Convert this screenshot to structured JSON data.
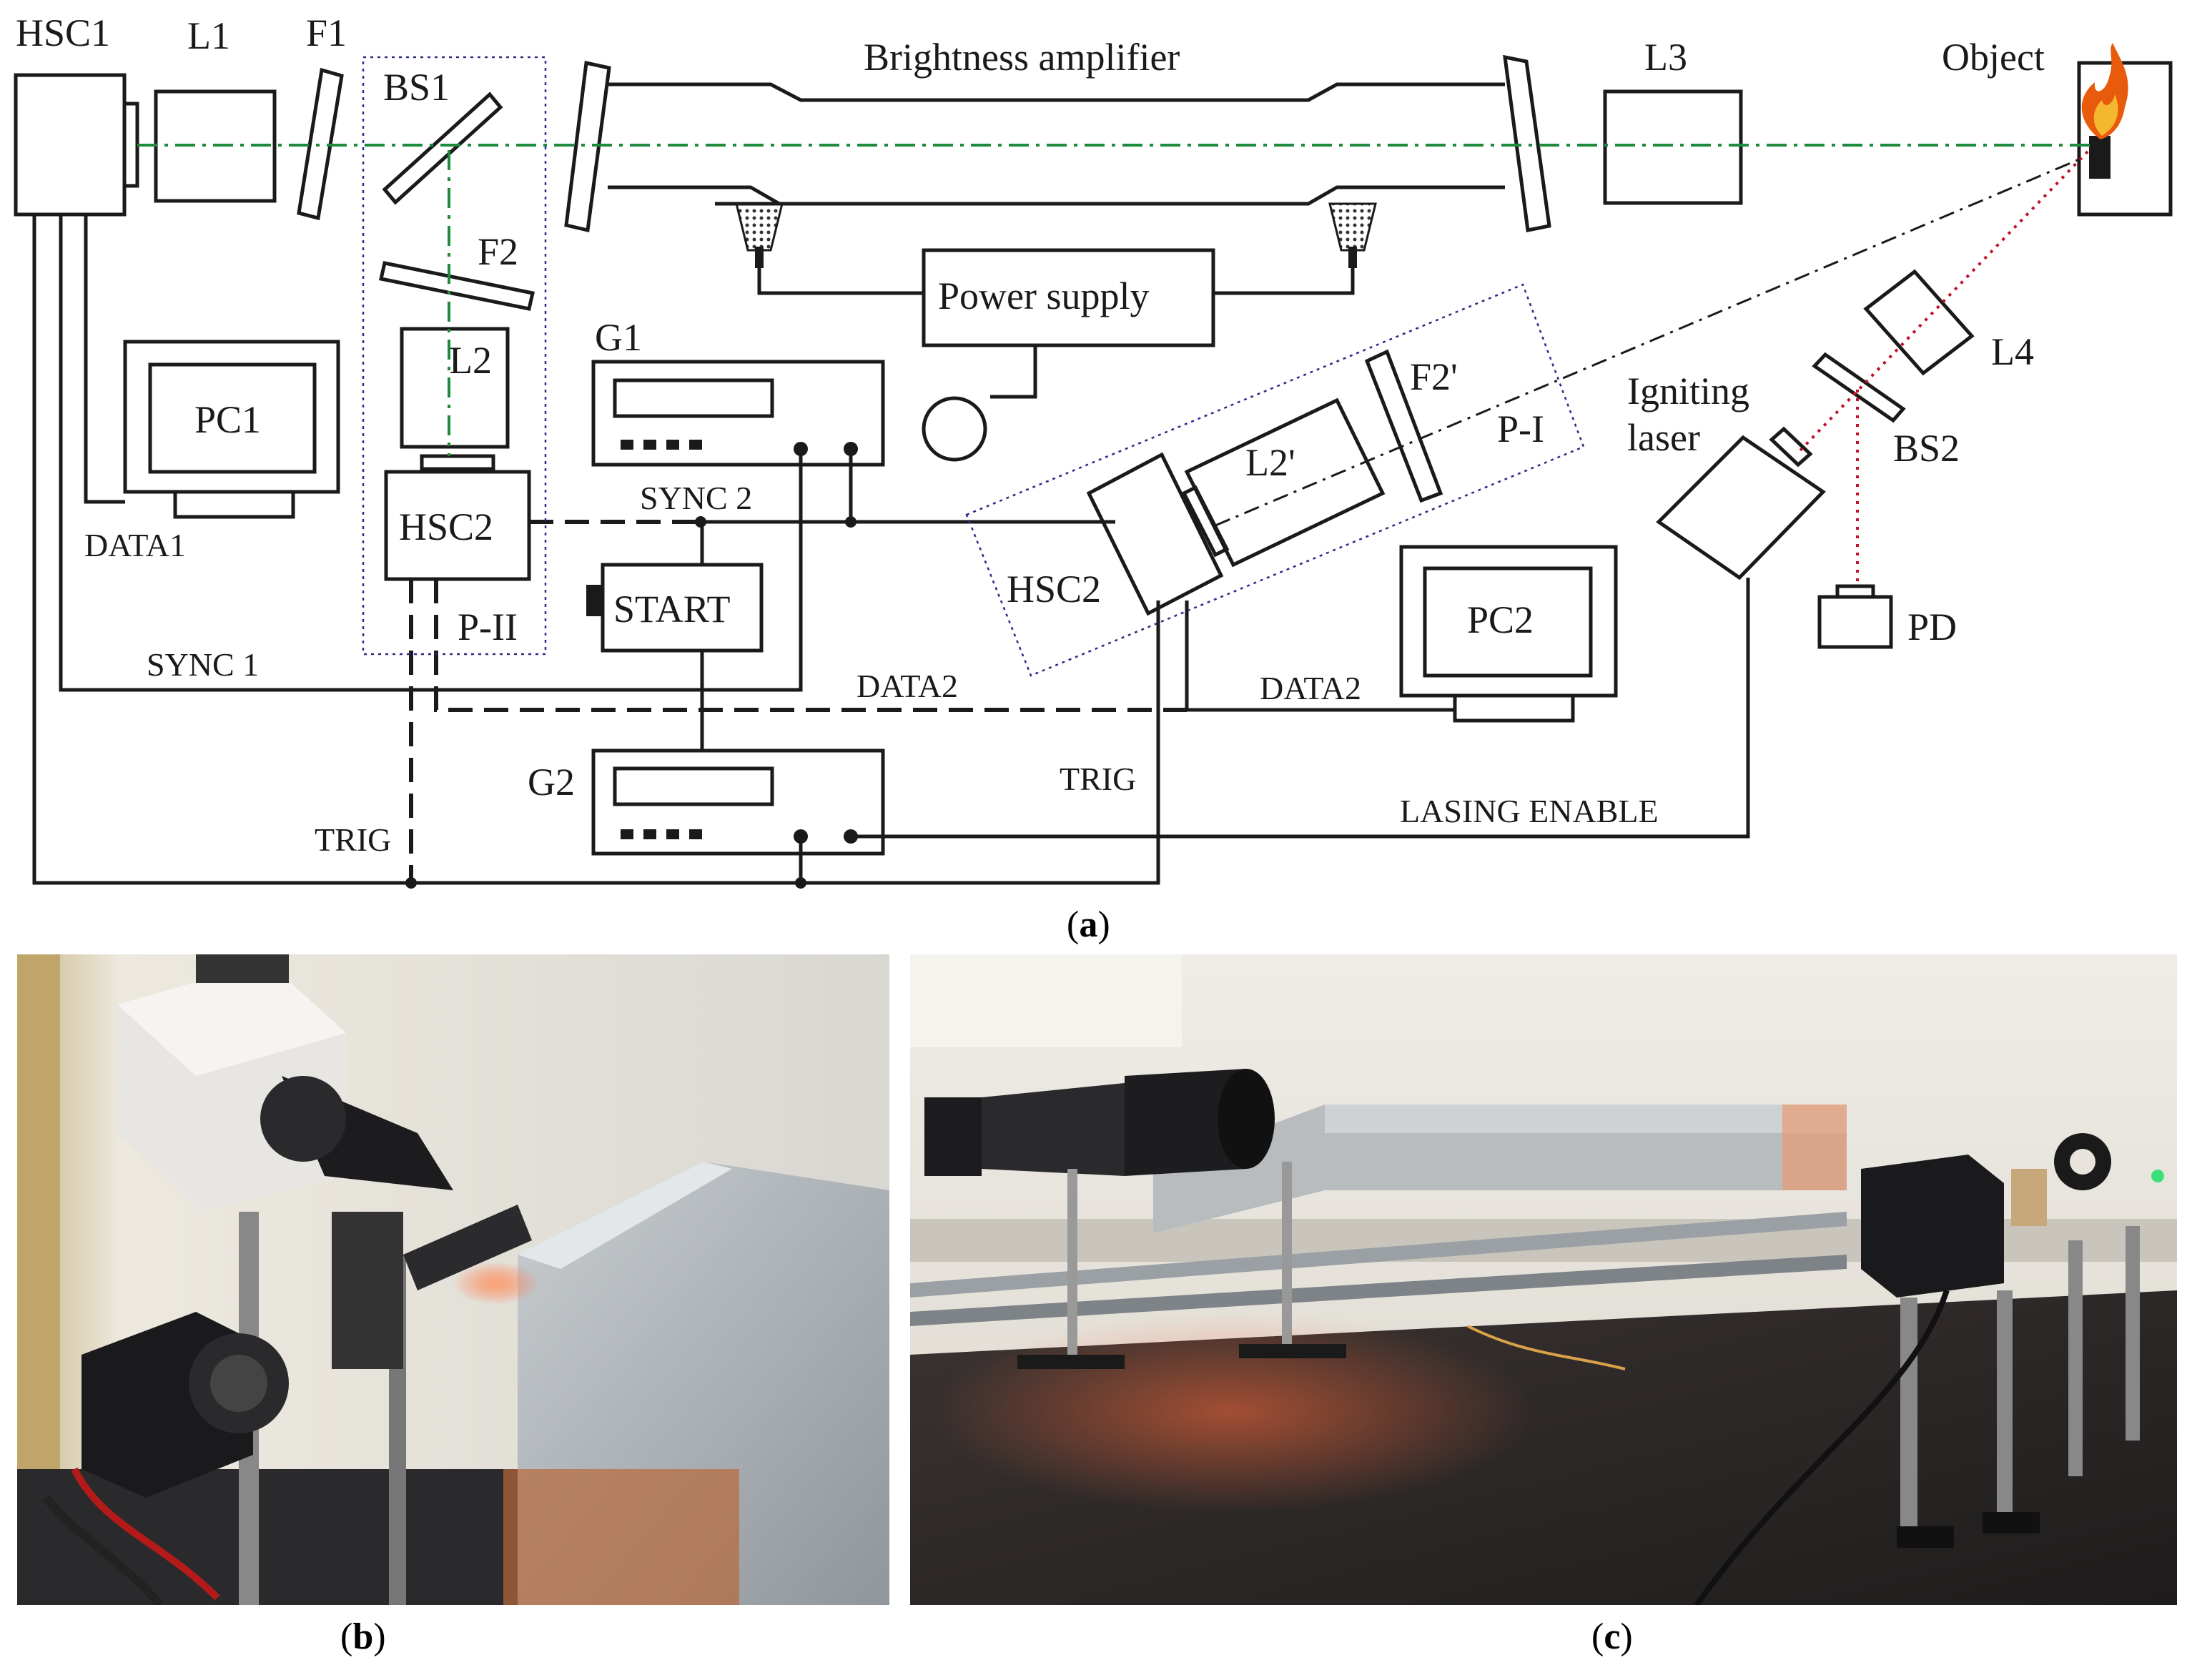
{
  "figure": {
    "labels": {
      "hsc1": "HSC1",
      "l1": "L1",
      "f1": "F1",
      "bs1": "BS1",
      "brightness_amplifier": "Brightness amplifier",
      "l3": "L3",
      "object": "Object",
      "f2": "F2",
      "l2": "L2",
      "power_supply": "Power supply",
      "g1": "G1",
      "pc1": "PC1",
      "hsc2_left": "HSC2",
      "data1": "DATA1",
      "sync2": "SYNC 2",
      "start": "START",
      "p_ii": "P-II",
      "sync1": "SYNC 1",
      "data2_left": "DATA2",
      "data2_right": "DATA2",
      "g2": "G2",
      "trig_left": "TRIG",
      "trig_right": "TRIG",
      "lasing_enable": "LASING ENABLE",
      "l2_prime": "L2'",
      "f2_prime": "F2'",
      "p_i": "P-I",
      "hsc2_right": "HSC2",
      "pc2": "PC2",
      "igniting_laser_line1": "Igniting",
      "igniting_laser_line2": "laser",
      "l4": "L4",
      "bs2": "BS2",
      "pd": "PD"
    },
    "captions": {
      "a_open": "(",
      "a_letter": "a",
      "a_close": ")",
      "b_open": "(",
      "b_letter": "b",
      "b_close": ")",
      "c_open": "(",
      "c_letter": "c",
      "c_close": ")"
    },
    "colors": {
      "line": "#1a1a1a",
      "optical_axis": "#1e8a3c",
      "laser_beam": "#c0102a",
      "frame": "#2a2a8a"
    }
  }
}
